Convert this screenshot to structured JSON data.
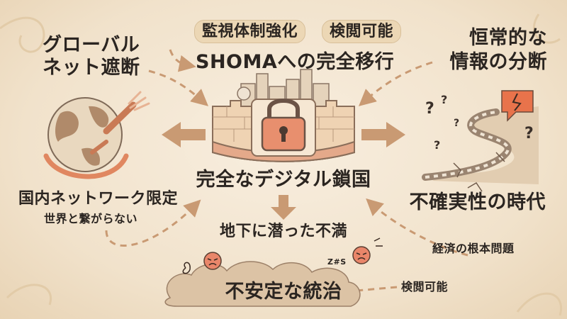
{
  "center": {
    "top_pills": [
      "監視体制強化",
      "検閲可能"
    ],
    "shoma": "SHOMAへの完全移行",
    "title": "完全なデジタル鎖国",
    "unrest": "地下に潜った不満",
    "unstable": "不安定な統治",
    "censor_note": "検閲可能",
    "zzz": "Z#S"
  },
  "left": {
    "cutoff": [
      "グローバル",
      "ネット遮断"
    ],
    "domestic": "国内ネットワーク限定",
    "isolated": "世界と繋がらない"
  },
  "right": {
    "division": [
      "恒常的な",
      "情報の分断"
    ],
    "uncertain": "不確実性の時代",
    "economic": "経済の根本問題"
  },
  "colors": {
    "ink": "#2b2521",
    "arrow": "#c99a73",
    "brick": "#e9c7a3",
    "lock": "#e88f6e",
    "crack": "#e8734b"
  },
  "icons": [
    "lock-icon",
    "globe-icon",
    "cut-cable-icon",
    "broken-heart-icon",
    "question-icon",
    "angry-face-icon"
  ]
}
